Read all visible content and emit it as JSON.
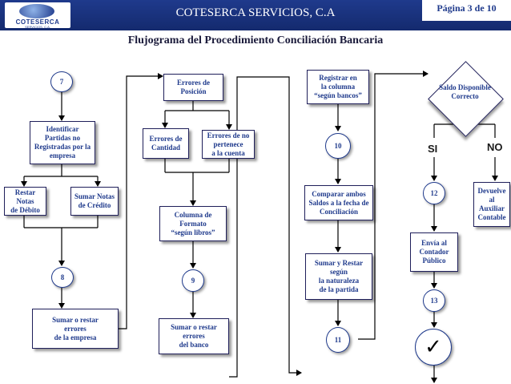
{
  "header": {
    "logo_text": "COTESERCA",
    "logo_subtext": "SERVICIOS, C.A.",
    "company": "COTESERCA SERVICIOS, C.A",
    "page": "Página 3 de 10"
  },
  "title": "Flujograma del Procedimiento Conciliación Bancaria",
  "nodes": {
    "c7": "7",
    "identificar": "Identificar\nPartidas no\nRegistradas por la\nempresa",
    "restar_notas": "Restar Notas\nde Débito",
    "sumar_notas": "Sumar Notas\nde Crédito",
    "c8": "8",
    "sumar_restar_empresa": "Sumar o restar\nerrores\nde la empresa",
    "errores_posicion": "Errores de\nPosición",
    "errores_cantidad": "Errores de\nCantidad",
    "errores_no_pertenece": "Errores de no\npertenece\na la cuenta",
    "columna_formato": "Columna de\nFormato\n“según libros”",
    "c9": "9",
    "sumar_restar_banco": "Sumar o restar\nerrores\ndel banco",
    "registrar": "Registrar en\nla columna\n“según bancos”",
    "c10": "10",
    "comparar": "Comparar ambos\nSaldos a la fecha de\nConciliación",
    "sumar_restar_naturaleza": "Sumar y Restar\nsegún\nla naturaleza\nde la partida",
    "c11": "11",
    "saldo_disponible": "Saldo Disponible\nCorrecto",
    "si": "SI",
    "no": "NO",
    "c12": "12",
    "envia_contador": "Envía al\nContador\nPúblico",
    "c13": "13",
    "devuelve_auxiliar": "Devuelve\nal\nAuxiliar\nContable",
    "check": "✓"
  }
}
